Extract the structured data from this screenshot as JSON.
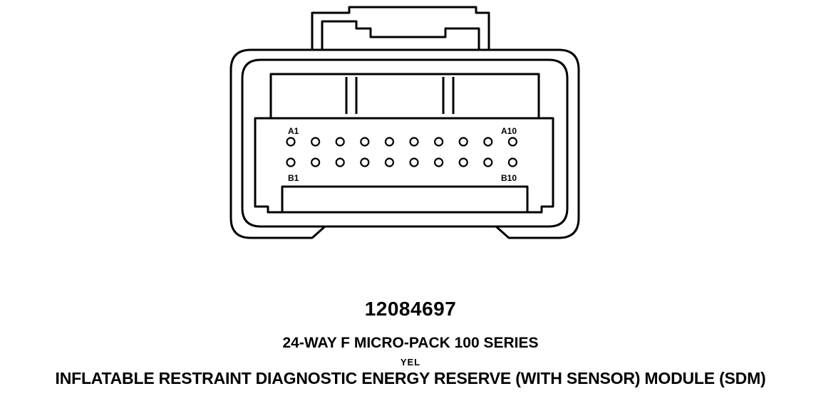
{
  "connector": {
    "part_number": "12084697",
    "description": "24-WAY F MICRO-PACK 100 SERIES",
    "color": "YEL",
    "module": "INFLATABLE RESTRAINT DIAGNOSTIC ENERGY RESERVE (WITH SENSOR) MODULE (SDM)"
  },
  "pins": {
    "row_a": {
      "first": "A1",
      "last": "A10",
      "count": 10
    },
    "row_b": {
      "first": "B1",
      "last": "B10",
      "count": 10
    }
  }
}
